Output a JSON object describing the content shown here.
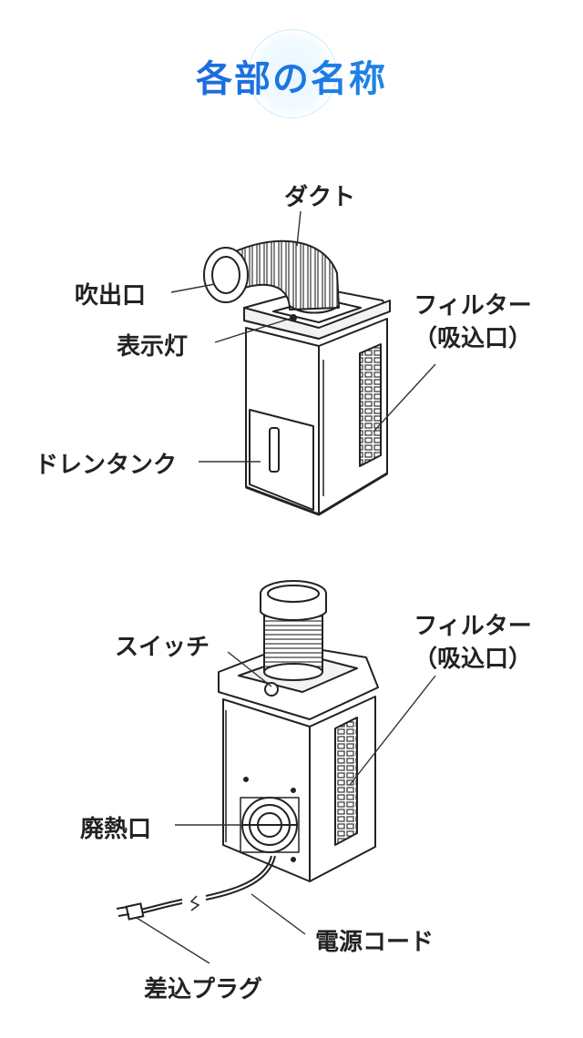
{
  "title": "各部の名称",
  "top_unit": {
    "labels": {
      "duct": "ダクト",
      "outlet": "吹出口",
      "display": "表示灯",
      "filter": "フィルター",
      "filter_sub": "（吸込口）",
      "drain_tank": "ドレンタンク"
    }
  },
  "bottom_unit": {
    "labels": {
      "switch": "スイッチ",
      "filter": "フィルター",
      "filter_sub": "（吸込口）",
      "exhaust": "廃熱口",
      "power_cord": "電源コード",
      "plug": "差込プラグ"
    }
  }
}
